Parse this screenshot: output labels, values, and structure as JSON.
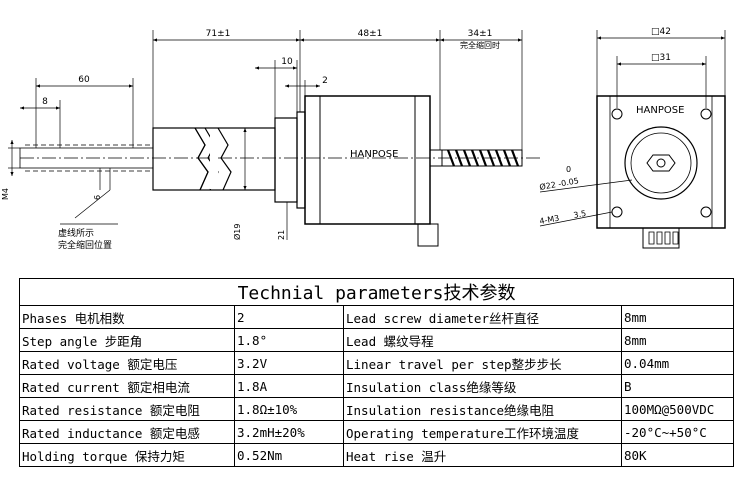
{
  "drawing": {
    "brand_front": "HANPOSE",
    "brand_side": "HANPOSE",
    "dim_71": "71±1",
    "dim_48": "48±1",
    "dim_34": "34±1",
    "dim_34_note": "完全缩回时",
    "dim_60": "60",
    "dim_8": "8",
    "dim_10": "10",
    "dim_2": "2",
    "dim_m4": "M4",
    "dim_6": "6",
    "dim_19": "Ø19",
    "dim_21": "21",
    "dim_42": "□42",
    "dim_31": "□31",
    "dim_22_top": "0",
    "dim_22": "Ø22 -0.05",
    "dim_m3": "4-M3",
    "dim_m3_depth": "3.5",
    "note_line1": "虚线所示",
    "note_line2": "完全缩回位置"
  },
  "table": {
    "title": "Technial parameters技术参数",
    "rows": [
      {
        "k1": "Phases 电机相数",
        "v1": "2",
        "k2": "Lead screw diameter丝杆直径",
        "v2": "8mm"
      },
      {
        "k1": "Step angle 步距角",
        "v1": "1.8°",
        "k2": "Lead 螺纹导程",
        "v2": "8mm"
      },
      {
        "k1": "Rated voltage 额定电压",
        "v1": "3.2V",
        "k2": "Linear travel per step整步步长",
        "v2": "0.04mm"
      },
      {
        "k1": "Rated current 额定相电流",
        "v1": "1.8A",
        "k2": "Insulation class绝缘等级",
        "v2": "B"
      },
      {
        "k1": "Rated resistance 额定电阻",
        "v1": "1.8Ω±10%",
        "k2": "Insulation resistance绝缘电阻",
        "v2": "100MΩ@500VDC"
      },
      {
        "k1": "Rated inductance 额定电感",
        "v1": "3.2mH±20%",
        "k2": "Operating temperature工作环境温度",
        "v2": "-20°C~+50°C"
      },
      {
        "k1": "Holding torque 保持力矩",
        "v1": "0.52Nm",
        "k2": "Heat rise 温升",
        "v2": "80K"
      }
    ]
  }
}
